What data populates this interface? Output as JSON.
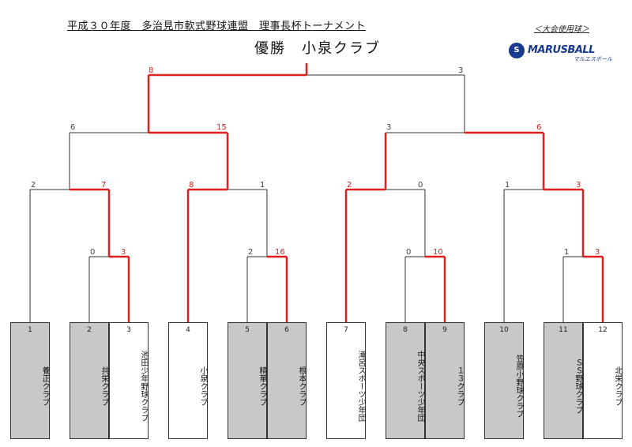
{
  "header": {
    "title": "平成３０年度　多治見市軟式野球連盟　理事長杯トーナメント",
    "winner": "優勝　小泉クラブ",
    "sponsor_label": "＜大会使用球＞",
    "logo_text": "MARUSBALL",
    "logo_sub": "マルエスボール"
  },
  "colors": {
    "winner_line": "#e02020",
    "loser_line": "#333333",
    "grey_box": "#c8c8c8"
  },
  "teams": [
    {
      "num": "1",
      "name": "養正クラブ",
      "shade": "grey"
    },
    {
      "num": "2",
      "name": "共栄クラブ",
      "shade": "grey"
    },
    {
      "num": "3",
      "name": "池田少年野球クラブ",
      "shade": "white"
    },
    {
      "num": "4",
      "name": "小泉クラブ",
      "shade": "white"
    },
    {
      "num": "5",
      "name": "精華クラブ",
      "shade": "grey"
    },
    {
      "num": "6",
      "name": "根本クラブ",
      "shade": "grey"
    },
    {
      "num": "7",
      "name": "滝呂スポーツ少年団",
      "shade": "white"
    },
    {
      "num": "8",
      "name": "中央スポーツ少年団",
      "shade": "grey"
    },
    {
      "num": "9",
      "name": "１３クラブ",
      "shade": "grey"
    },
    {
      "num": "10",
      "name": "笠原小野球クラブ",
      "shade": "grey"
    },
    {
      "num": "11",
      "name": "ＳＳ野球クラブ",
      "shade": "grey"
    },
    {
      "num": "12",
      "name": "北栄クラブ",
      "shade": "white"
    }
  ],
  "scores": {
    "r1a_left": "0",
    "r1a_right": "3",
    "r1b_left": "2",
    "r1b_right": "16",
    "r1c_left": "0",
    "r1c_right": "10",
    "r1d_left": "1",
    "r1d_right": "3",
    "r2a_left": "2",
    "r2a_right": "7",
    "r2b_left": "8",
    "r2b_right": "1",
    "r2c_left": "2",
    "r2c_right": "0",
    "r2d_left": "1",
    "r2d_right": "3",
    "sf1_left": "6",
    "sf1_right": "15",
    "sf2_left": "3",
    "sf2_right": "6",
    "final_left": "8",
    "final_right": "3"
  }
}
